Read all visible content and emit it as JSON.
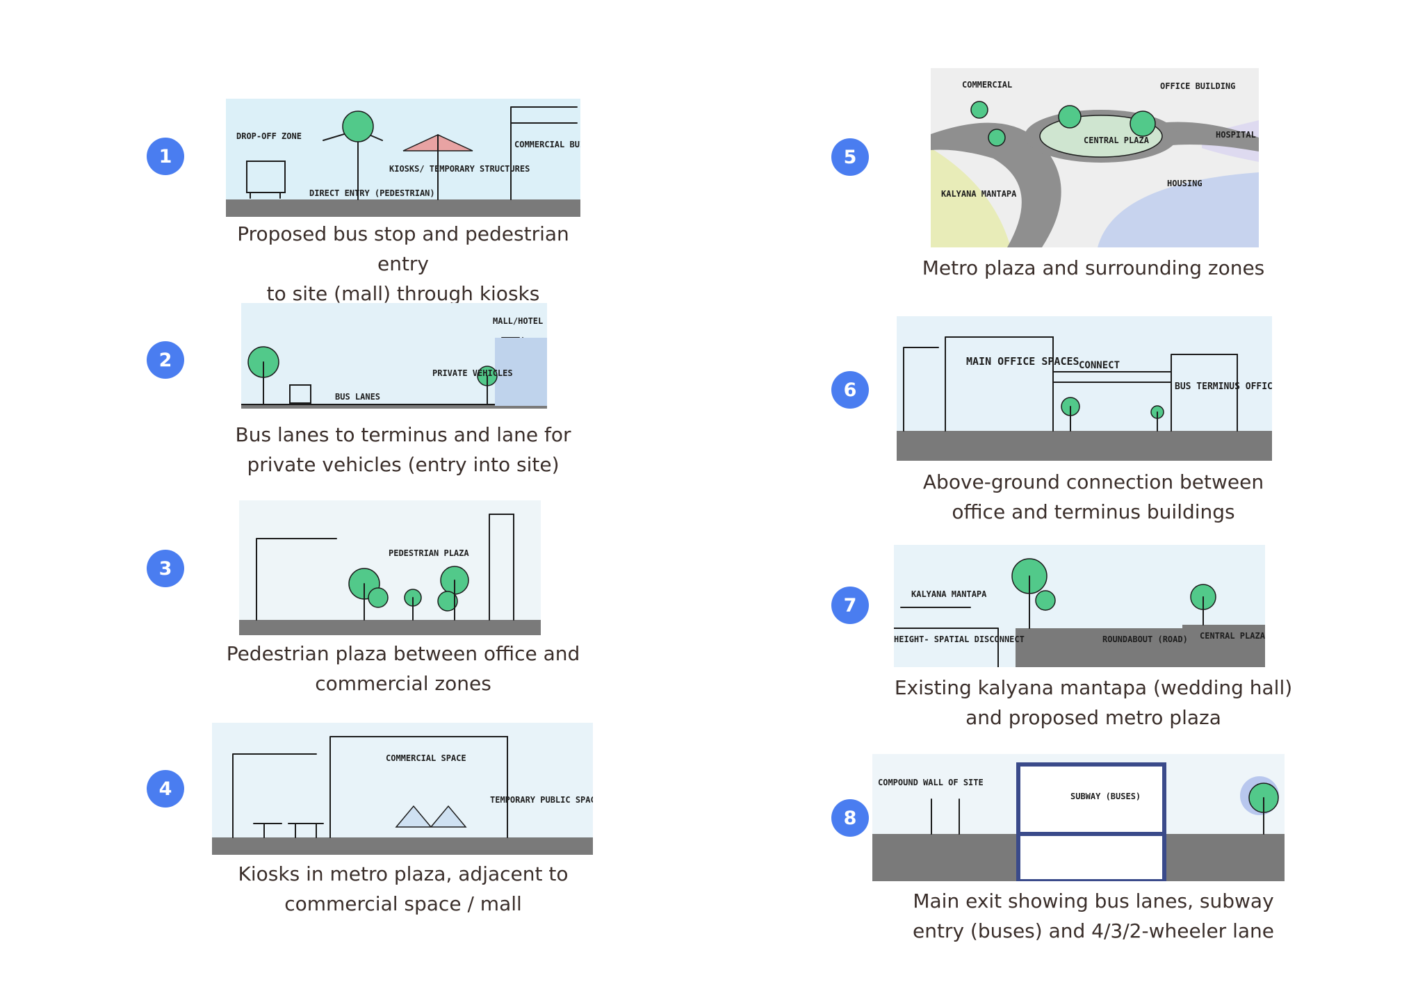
{
  "panels": [
    {
      "number": "1",
      "caption_lines": [
        "Proposed bus stop and pedestrian entry",
        "to site (mall) through kiosks"
      ],
      "labels": [
        "DROP-OFF ZONE",
        "COMMERCIAL BUILDING",
        "KIOSKS/ TEMPORARY STRUCTURES",
        "DIRECT ENTRY (PEDESTRIAN)"
      ]
    },
    {
      "number": "2",
      "caption_lines": [
        "Bus lanes to terminus and lane for",
        "private vehicles (entry into site)"
      ],
      "labels": [
        "MALL/HOTEL",
        "PRIVATE VEHICLES",
        "BUS LANES"
      ]
    },
    {
      "number": "3",
      "caption_lines": [
        "Pedestrian plaza between office and",
        "commercial zones"
      ],
      "labels": [
        "PEDESTRIAN PLAZA"
      ]
    },
    {
      "number": "4",
      "caption_lines": [
        "Kiosks in metro plaza, adjacent to",
        "commercial space / mall"
      ],
      "labels": [
        "COMMERCIAL SPACE",
        "TEMPORARY PUBLIC SPACES- KIOSKS, SHOPS"
      ]
    },
    {
      "number": "5",
      "caption_lines": [
        "Metro plaza and surrounding zones"
      ],
      "labels": [
        "COMMERCIAL",
        "OFFICE BUILDING",
        "CENTRAL PLAZA",
        "HOSPITAL",
        "HOUSING",
        "KALYANA MANTAPA"
      ]
    },
    {
      "number": "6",
      "caption_lines": [
        "Above-ground connection between",
        "office and terminus buildings"
      ],
      "labels": [
        "MAIN OFFICE SPACES",
        "CONNECT",
        "BUS TERMINUS OFFICE BUILDING"
      ]
    },
    {
      "number": "7",
      "caption_lines": [
        "Existing kalyana mantapa (wedding hall)",
        "and proposed metro plaza"
      ],
      "labels": [
        "KALYANA MANTAPA",
        "HEIGHT- SPATIAL DISCONNECT",
        "ROUNDABOUT (ROAD)",
        "CENTRAL PLAZA"
      ]
    },
    {
      "number": "8",
      "caption_lines": [
        "Main exit showing bus lanes, subway",
        "entry (buses) and 4/3/2-wheeler lane"
      ],
      "labels": [
        "COMPOUND WALL OF SITE",
        "SUBWAY (BUSES)"
      ]
    }
  ],
  "colors": {
    "badge": "#4a7df0",
    "tree": "#52c98a",
    "sky": "#dff0f8",
    "ground": "#7a7a7a"
  }
}
